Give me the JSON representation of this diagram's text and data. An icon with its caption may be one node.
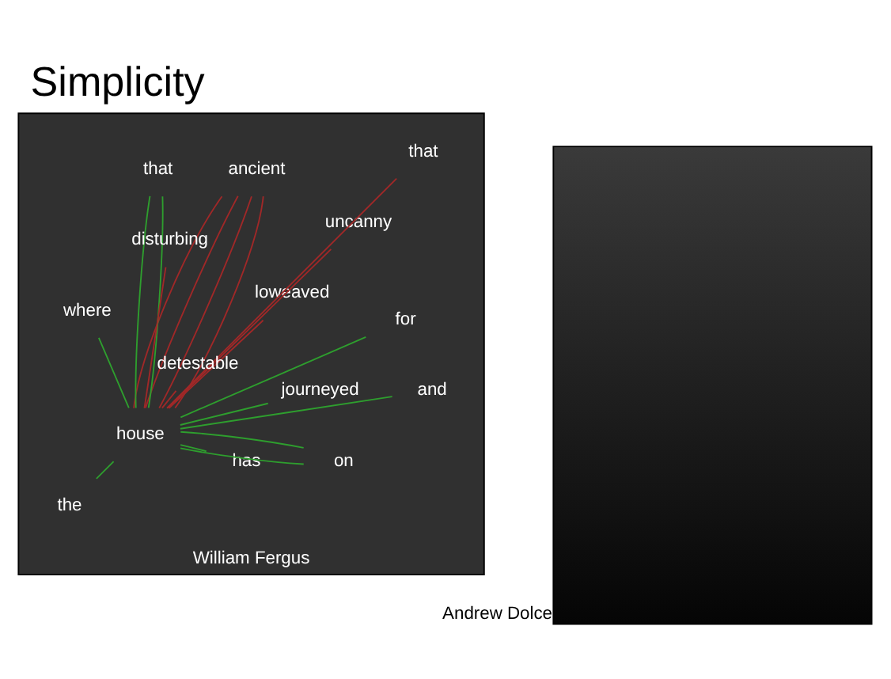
{
  "diagram": {
    "title": "Simplicity",
    "nodes": [
      {
        "text": [],
        "shape": "picture",
        "beside": [
          "William Fergus"
        ]
      },
      {
        "text": [
          "house"
        ],
        "in": 0
      },
      {
        "text": [
          "has"
        ],
        "in": 0
      },
      {
        "text": [
          "on"
        ],
        "in": 0
      },
      {
        "text": [
          "for"
        ],
        "in": 0
      },
      {
        "text": [
          "ancient"
        ],
        "in": 0
      },
      {
        "text": [
          "that"
        ],
        "in": 0
      },
      {
        "text": [
          "loweaved"
        ],
        "in": 0
      },
      {
        "text": [
          "uncanny"
        ],
        "in": 0
      },
      {
        "text": [
          "where"
        ],
        "in": 0
      },
      {
        "text": [
          "journeyed"
        ],
        "in": 0
      },
      {
        "text": [
          "that"
        ],
        "in": 0
      },
      {
        "text": [
          "the"
        ],
        "in": 0
      },
      {
        "text": [
          "and"
        ],
        "in": 0
      },
      {
        "text": [
          "disturbing"
        ],
        "in": 0
      },
      {
        "text": [
          "detestable"
        ],
        "in": 0
      },
      {
        "text": [],
        "shape": "picture",
        "beside": [
          "Andrew Dolce"
        ]
      }
    ],
    "edges": [
      {
        "from": 1,
        "to": 2,
        "arrow": "none",
        "color": "#2e9e2e"
      },
      {
        "from": 1,
        "to": 3,
        "arrow": "none",
        "color": "#2e9e2e"
      },
      {
        "from": 1,
        "to": 3,
        "arrow": "none",
        "color": "#2e9e2e"
      },
      {
        "from": 1,
        "to": 4,
        "arrow": "none",
        "color": "#2e9e2e"
      },
      {
        "from": 1,
        "to": 5,
        "arrow": "none",
        "color": "#a02828"
      },
      {
        "from": 1,
        "to": 5,
        "arrow": "none",
        "color": "#a02828"
      },
      {
        "from": 1,
        "to": 5,
        "arrow": "none",
        "color": "#a02828"
      },
      {
        "from": 1,
        "to": 5,
        "arrow": "none",
        "color": "#a02828"
      },
      {
        "from": 1,
        "to": 6,
        "arrow": "none",
        "color": "#2e9e2e"
      },
      {
        "from": 1,
        "to": 6,
        "arrow": "none",
        "color": "#2e9e2e"
      },
      {
        "from": 1,
        "to": 7,
        "arrow": "none",
        "color": "#a02828"
      },
      {
        "from": 1,
        "to": 8,
        "arrow": "none",
        "color": "#a02828"
      },
      {
        "from": 1,
        "to": 9,
        "arrow": "none",
        "color": "#2e9e2e"
      },
      {
        "from": 1,
        "to": 10,
        "arrow": "none",
        "color": "#2e9e2e"
      },
      {
        "from": 1,
        "to": 11,
        "arrow": "none",
        "color": "#a02828"
      },
      {
        "from": 1,
        "to": 12,
        "arrow": "none",
        "color": "#2e9e2e"
      },
      {
        "from": 1,
        "to": 13,
        "arrow": "none",
        "color": "#2e9e2e"
      },
      {
        "from": 1,
        "to": 14,
        "arrow": "none",
        "color": "#a02828"
      },
      {
        "from": 1,
        "to": 15,
        "arrow": "none",
        "color": "#a02828"
      }
    ]
  }
}
